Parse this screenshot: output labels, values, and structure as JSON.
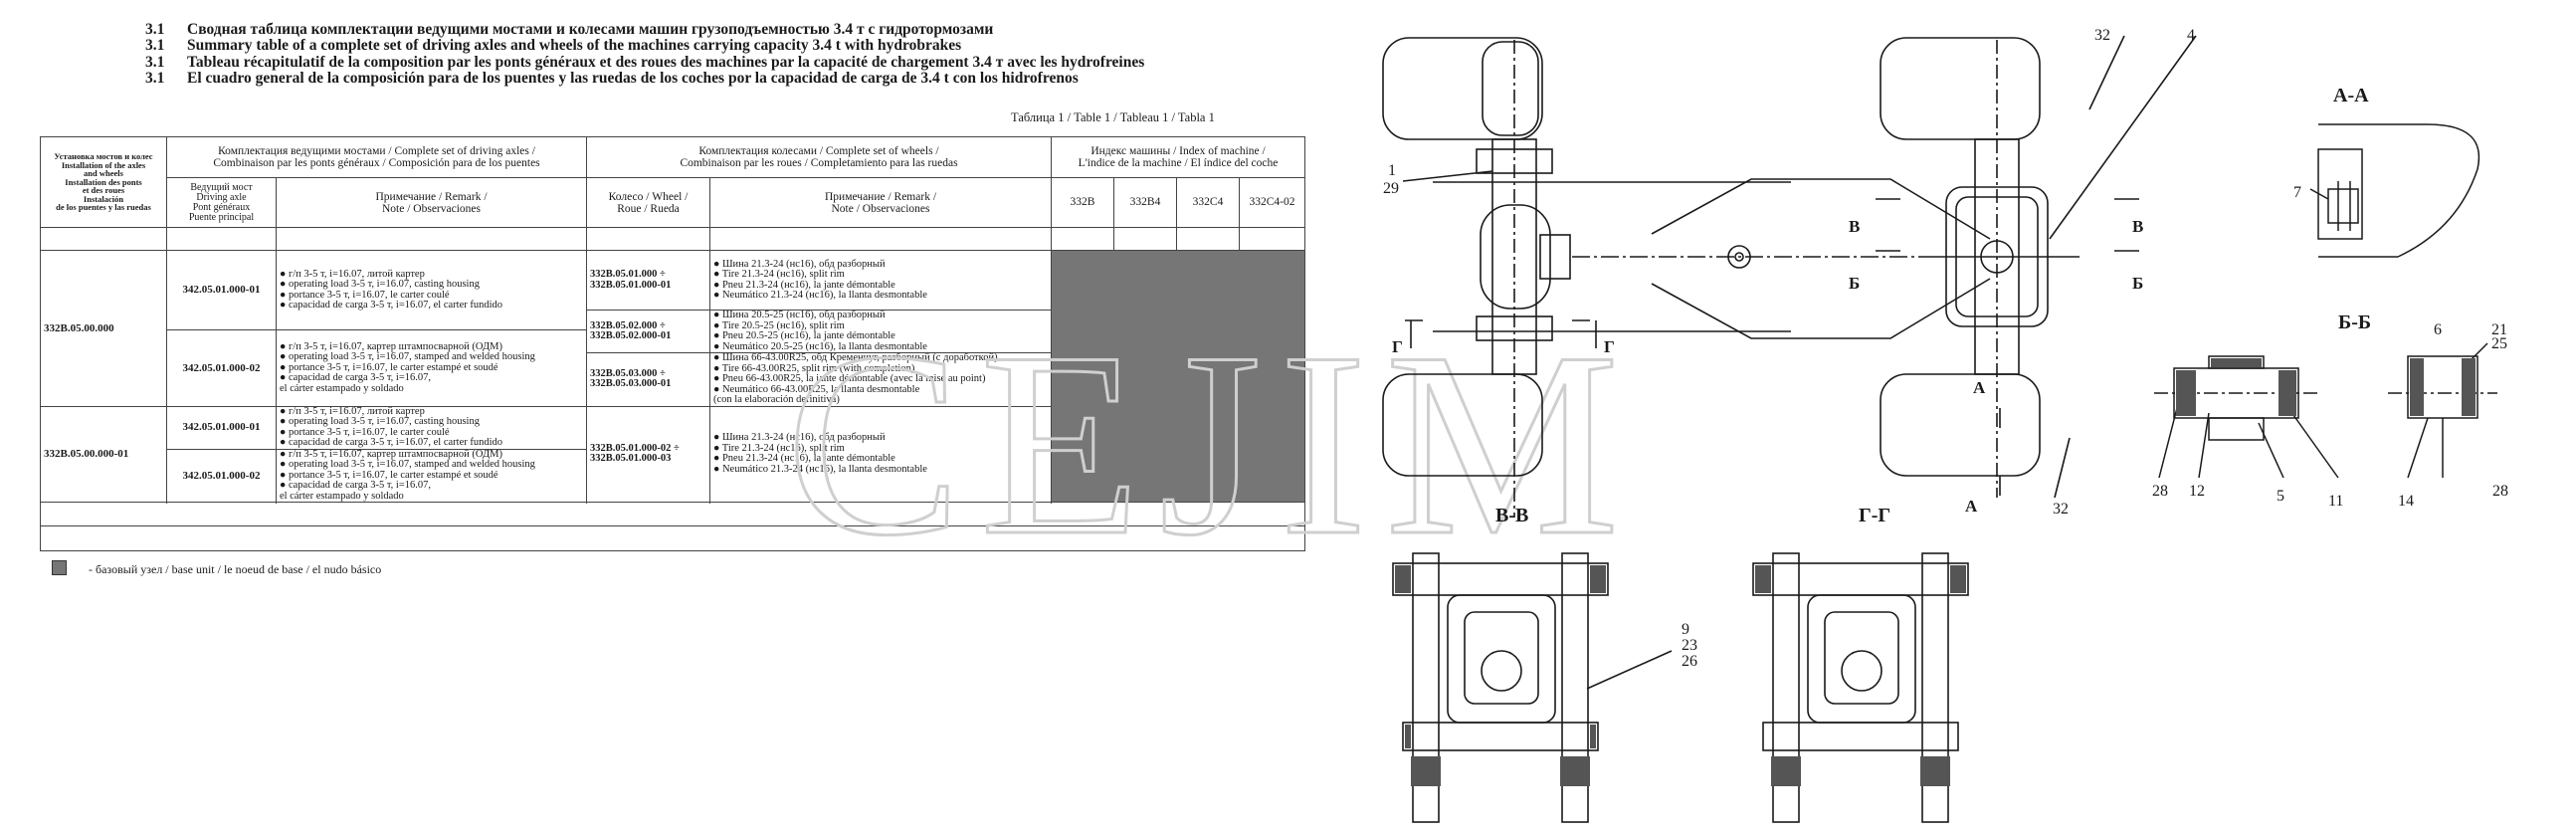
{
  "titles": [
    {
      "num": "3.1",
      "text": "Сводная таблица комплектации ведущими мостами и колесами машин грузоподъемностью 3.4 т с гидротормозами"
    },
    {
      "num": "3.1",
      "text": "Summary table of a complete set of driving axles and wheels of the machines carrying capacity 3.4 t with hydrobrakes"
    },
    {
      "num": "3.1",
      "text": "Tableau récapitulatif de la composition  par les ponts généraux et des roues des machines par la capacité de chargement 3.4 т avec les hydrofreines"
    },
    {
      "num": "3.1",
      "text": "El cuadro general de la composición para de los puentes y las ruedas de los coches por la capacidad de carga de 3.4 t con los hidrofrenos"
    }
  ],
  "table_ref": "Таблица 1 / Table 1 / Tableau 1 / Tabla 1",
  "headers": {
    "installation": [
      "Установка мостов и колес",
      "Installation of the axles",
      "and wheels",
      "Installation des ponts",
      "et des roues",
      "Instalación",
      "de los puentes y las ruedas"
    ],
    "axle_set": [
      "Комплектация ведущими мостами / Complete set of driving axles /",
      "Combinaison par les ponts généraux / Composición para de los puentes"
    ],
    "wheel_set": [
      "Комплектация колесами / Complete set of wheels /",
      "Combinaison par les roues / Completamiento para las ruedas"
    ],
    "index": [
      "Индекс машины / Index of machine /",
      "L'indice de la machine / El índice del coche"
    ],
    "driving_axle": [
      "Ведущий мост",
      "Driving axle",
      "Pont généraux",
      "Puente principal"
    ],
    "remark": [
      "Примечание / Remark /",
      "Note / Observaciones"
    ],
    "wheel": [
      "Колесо / Wheel /",
      "Roue / Rueda"
    ],
    "machines": [
      "332B",
      "332B4",
      "332C4",
      "332C4-02"
    ]
  },
  "groups": [
    {
      "install": "332B.05.00.000",
      "axles": [
        {
          "code": "342.05.01.000-01",
          "note": [
            "● г/п 3-5 т, i=16.07, литой картер",
            "● operating load 3-5 т, i=16.07, casting housing",
            "● portance 3-5 т, i=16.07, le carter coulé",
            "● capacidad de carga 3-5 т, i=16.07, el carter fundido"
          ]
        },
        {
          "code": "342.05.01.000-02",
          "note": [
            "● г/п 3-5 т, i=16.07, картер штампосварной (ОДМ)",
            "● operating load 3-5 т, i=16.07, stamped and welded housing",
            "● portance 3-5 т, i=16.07, le carter estampé et soudé",
            "● capacidad de carga 3-5 т, i=16.07,",
            "   el cárter estampado y soldado"
          ]
        }
      ],
      "wheels": [
        {
          "code": [
            "332B.05.01.000 ÷",
            "332B.05.01.000-01"
          ],
          "note": [
            "● Шина 21.3-24 (нс16), обд разборный",
            "● Tire 21.3-24 (нс16), split rim",
            "● Pneu 21.3-24 (нс16), la jante démontable",
            "● Neumático 21.3-24 (нс16), la llanta desmontable"
          ]
        },
        {
          "code": [
            "332B.05.02.000 ÷",
            "332B.05.02.000-01"
          ],
          "note": [
            "● Шина 20.5-25 (нс16), обд разборный",
            "● Tire 20.5-25 (нс16), split rim",
            "● Pneu 20.5-25 (нс16), la jante démontable",
            "● Neumático 20.5-25 (нс16), la llanta desmontable"
          ]
        },
        {
          "code": [
            "332B.05.03.000 ÷",
            "332B.05.03.000-01"
          ],
          "note": [
            "● Шина 66-43.00R25, обд Кременчуг, разборный (с доработкой)",
            "● Tire 66-43.00R25, split rim (with completion)",
            "● Pneu 66-43.00R25, la jante démontable (avec la mise au point)",
            "● Neumático 66-43.00R25, la llanta desmontable",
            "   (con la elaboración definitiva)"
          ]
        }
      ]
    },
    {
      "install": "332B.05.00.000-01",
      "axles": [
        {
          "code": "342.05.01.000-01",
          "note": [
            "● г/п 3-5 т, i=16.07, литой картер",
            "● operating load 3-5 т, i=16.07, casting housing",
            "● portance 3-5 т, i=16.07, le carter coulé",
            "● capacidad de carga 3-5 т, i=16.07, el carter fundido"
          ]
        },
        {
          "code": "342.05.01.000-02",
          "note": [
            "● г/п 3-5 т, i=16.07, картер штампосварной (ОДМ)",
            "● operating load 3-5 т, i=16.07, stamped and welded housing",
            "● portance 3-5 т, i=16.07, le carter estampé et soudé",
            "● capacidad de carga 3-5 т, i=16.07,",
            "   el cárter estampado y soldado"
          ]
        }
      ],
      "wheels": [
        {
          "code": [
            "332B.05.01.000-02 ÷",
            "332B.05.01.000-03"
          ],
          "note": [
            "● Шина 21.3-24 (нс16), обд разборный",
            "● Tire 21.3-24 (нс16), split rim",
            "● Pneu 21.3-24 (нс16), la jante démontable",
            "● Neumático 21.3-24 (нс16), la llanta desmontable"
          ]
        }
      ]
    }
  ],
  "legend": "- базовый узел / base unit  / le noeud de base / el nudo básico",
  "drawing": {
    "section_aa": "А-А",
    "section_bb": "Б-Б",
    "section_vv": "В-В",
    "section_gg": "Г-Г",
    "cut_a": "А",
    "cut_b": "Б",
    "cut_v": "В",
    "cut_g": "Г",
    "callouts": {
      "n1": "1",
      "n29": "29",
      "n32": "32",
      "n4": "4",
      "n7": "7",
      "n6": "6",
      "n21": "21",
      "n25": "25",
      "n28": "28",
      "n12": "12",
      "n5": "5",
      "n11": "11",
      "n14": "14",
      "n9": "9",
      "n23": "23",
      "n26": "26"
    },
    "watermark": "CEJIM"
  },
  "colors": {
    "base_unit": "#767676",
    "line": "#1a1a1a"
  }
}
